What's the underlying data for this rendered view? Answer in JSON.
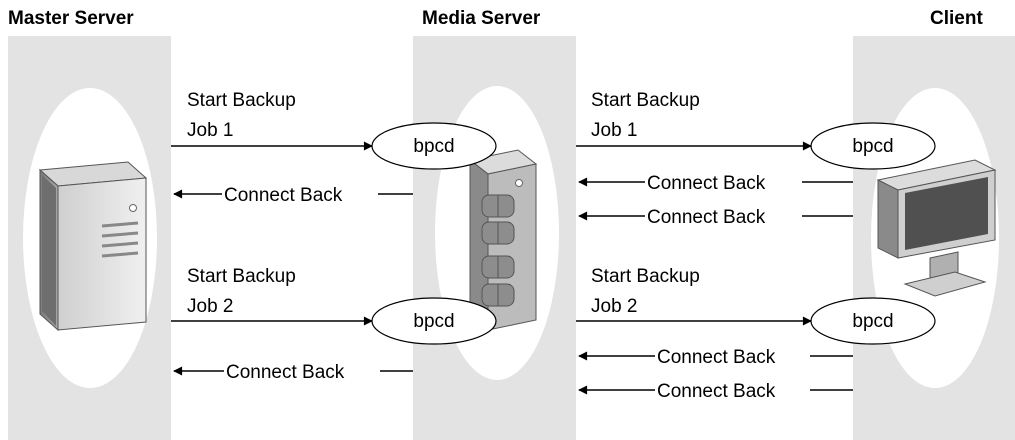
{
  "columns": {
    "master": {
      "title": "Master Server"
    },
    "media": {
      "title": "Media Server"
    },
    "client": {
      "title": "Client"
    }
  },
  "nodes": {
    "bpcd_label": "bpcd"
  },
  "jobs": [
    {
      "line1": "Start Backup",
      "line2": "Job 1"
    },
    {
      "line1": "Start Backup",
      "line2": "Job 2"
    }
  ],
  "connect_back_label": "Connect Back",
  "colors": {
    "column_band": "#e3e3e3",
    "ellipse": "#ffffff",
    "line": "#000000"
  },
  "icons": {
    "master": "tower-server-icon",
    "media": "tape-library-icon",
    "client": "monitor-icon"
  }
}
